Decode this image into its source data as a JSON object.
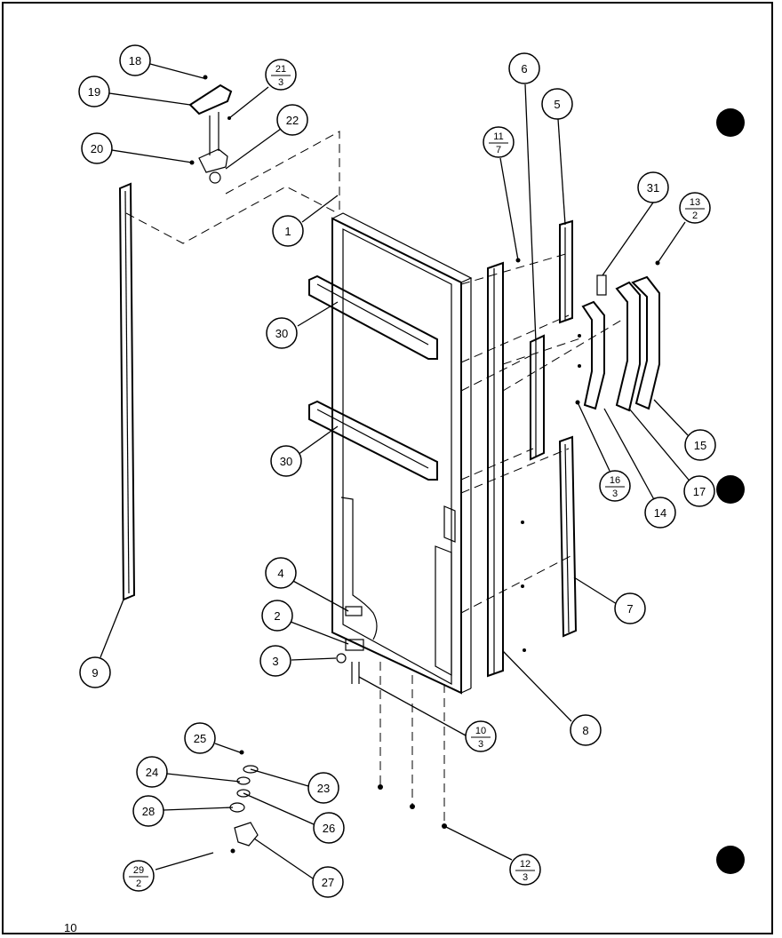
{
  "callouts": [
    {
      "label": "18"
    },
    {
      "label": "19"
    },
    {
      "label": "20"
    },
    {
      "label": "22"
    },
    {
      "label": "1"
    },
    {
      "label": "30"
    },
    {
      "label": "30"
    },
    {
      "label": "4"
    },
    {
      "label": "2"
    },
    {
      "label": "3"
    },
    {
      "label": "9"
    },
    {
      "label": "25"
    },
    {
      "label": "24"
    },
    {
      "label": "23"
    },
    {
      "label": "28"
    },
    {
      "label": "26"
    },
    {
      "label": "27"
    },
    {
      "label": "6"
    },
    {
      "label": "5"
    },
    {
      "label": "31"
    },
    {
      "label": "15"
    },
    {
      "label": "14"
    },
    {
      "label": "17"
    },
    {
      "label": "7"
    },
    {
      "label": "8"
    }
  ],
  "fraction_callouts": [
    {
      "num": "21",
      "den": "3"
    },
    {
      "num": "11",
      "den": "7"
    },
    {
      "num": "13",
      "den": "2"
    },
    {
      "num": "16",
      "den": "3"
    },
    {
      "num": "10",
      "den": "3"
    },
    {
      "num": "12",
      "den": "3"
    },
    {
      "num": "29",
      "den": "2"
    }
  ],
  "page_number": "10"
}
